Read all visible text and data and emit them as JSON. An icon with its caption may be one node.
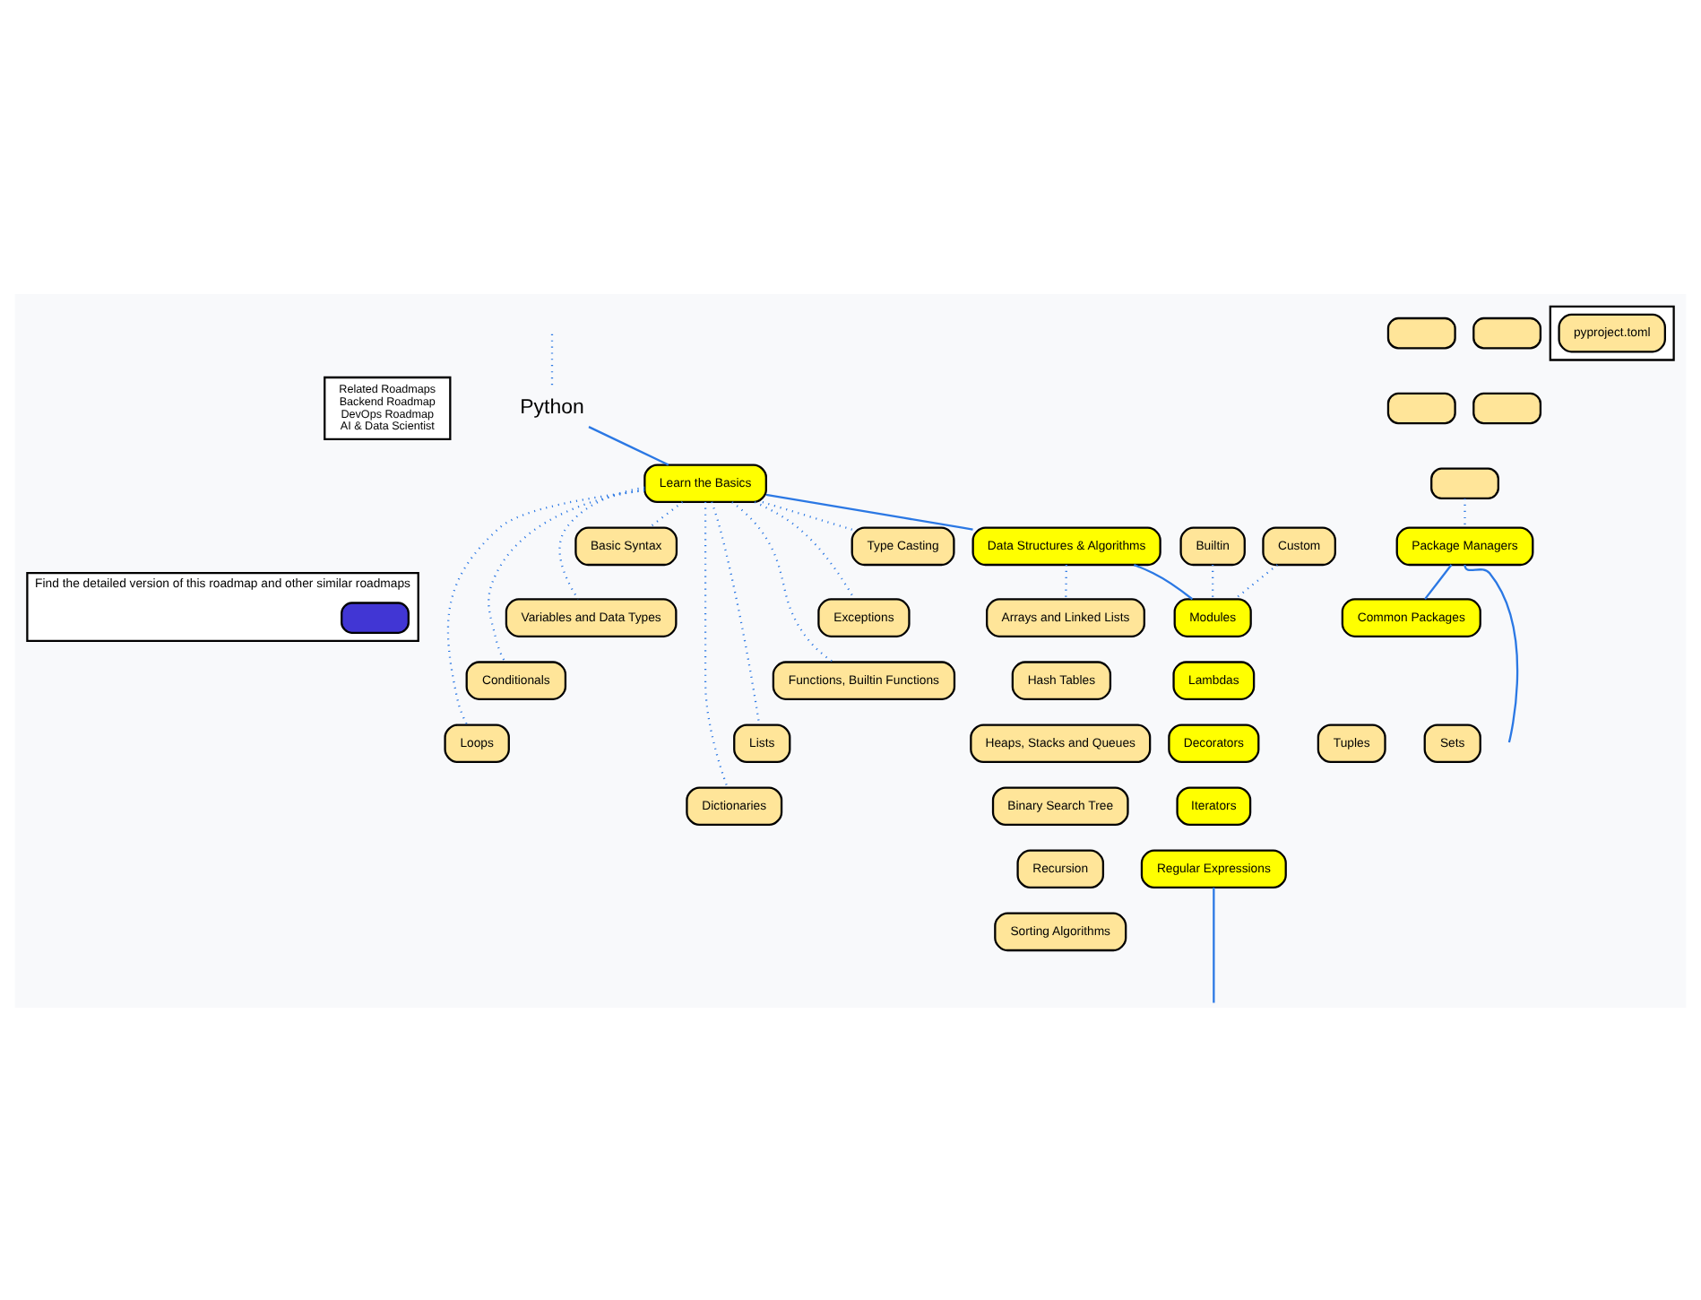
{
  "diagram": {
    "nodes": [
      {
        "text": [
          "Related Roadmaps",
          "Backend Roadmap",
          "DevOps Roadmap",
          "AI & Data Scientist"
        ]
      },
      {
        "text": [
          "Find the detailed version of this roadmap and other similar roadmaps"
        ]
      },
      {
        "text": [],
        "shape": "box",
        "in": 1
      },
      {
        "text": [
          "Python"
        ]
      },
      {
        "text": [
          "Learn the Basics"
        ]
      },
      {
        "text": [
          "Basic Syntax"
        ]
      },
      {
        "text": [
          "Variables and Data Types"
        ]
      },
      {
        "text": [
          "Conditionals"
        ]
      },
      {
        "text": [
          "Loops"
        ]
      },
      {
        "text": [
          "Type Casting"
        ]
      },
      {
        "text": [
          "Exceptions"
        ]
      },
      {
        "text": [
          "Functions, Builtin Functions"
        ]
      },
      {
        "text": [
          "Lists"
        ]
      },
      {
        "text": [
          "Tuples"
        ]
      },
      {
        "text": [
          "Sets"
        ]
      },
      {
        "text": [
          "Dictionaries"
        ]
      },
      {
        "text": [
          "Data Structures & Algorithms"
        ]
      },
      {
        "text": [
          "Arrays and Linked Lists"
        ]
      },
      {
        "text": [
          "Hash Tables"
        ]
      },
      {
        "text": [
          "Heaps, Stacks and Queues"
        ]
      },
      {
        "text": [
          "Binary Search Tree"
        ]
      },
      {
        "text": [
          "Recursion"
        ]
      },
      {
        "text": [
          "Sorting Algorithms"
        ]
      },
      {
        "text": [
          "Builtin"
        ]
      },
      {
        "text": [
          "Custom"
        ]
      },
      {
        "text": [
          "Modules"
        ]
      },
      {
        "text": [
          "Lambdas"
        ]
      },
      {
        "text": [
          "Decorators"
        ]
      },
      {
        "text": [
          "Iterators"
        ]
      },
      {
        "text": [
          "Regular Expressions"
        ]
      },
      {
        "text": [],
        "shape": "box"
      },
      {
        "text": [],
        "shape": "box"
      },
      {
        "text": [],
        "shape": "box"
      },
      {
        "text": [],
        "shape": "box"
      },
      {
        "text": [],
        "shape": "box"
      },
      {
        "text": [
          "Package Managers"
        ]
      },
      {
        "text": [
          "Common Packages"
        ]
      },
      {
        "text": [],
        "shape": "box"
      },
      {
        "text": [
          "pyproject.toml"
        ],
        "in": 37
      }
    ],
    "edges": [
      {
        "from": null,
        "to": 3,
        "arrow": "none",
        "style": "dashed"
      },
      {
        "from": 3,
        "to": 4,
        "arrow": "none"
      },
      {
        "from": 4,
        "to": 5,
        "arrow": "none",
        "style": "dashed"
      },
      {
        "from": 4,
        "to": 6,
        "arrow": "none",
        "style": "dashed"
      },
      {
        "from": 4,
        "to": 7,
        "arrow": "none",
        "style": "dashed"
      },
      {
        "from": 4,
        "to": 8,
        "arrow": "none",
        "style": "dashed"
      },
      {
        "from": 4,
        "to": 9,
        "arrow": "none",
        "style": "dashed"
      },
      {
        "from": 4,
        "to": 10,
        "arrow": "none",
        "style": "dashed"
      },
      {
        "from": 4,
        "to": 11,
        "arrow": "none",
        "style": "dashed"
      },
      {
        "from": 4,
        "to": 12,
        "arrow": "none",
        "style": "dashed"
      },
      {
        "from": 4,
        "to": 15,
        "arrow": "none",
        "style": "dashed"
      },
      {
        "from": 4,
        "to": 16,
        "arrow": "none"
      },
      {
        "from": 16,
        "to": 17,
        "arrow": "none",
        "style": "dashed"
      },
      {
        "from": 16,
        "to": 25,
        "arrow": "none"
      },
      {
        "from": 23,
        "to": 25,
        "arrow": "none",
        "style": "dashed"
      },
      {
        "from": 24,
        "to": 25,
        "arrow": "none",
        "style": "dashed"
      },
      {
        "from": 29,
        "to": null,
        "arrow": "none"
      },
      {
        "from": 34,
        "to": 35,
        "arrow": "none",
        "style": "dashed"
      },
      {
        "from": 35,
        "to": 36,
        "arrow": "none"
      },
      {
        "from": 35,
        "to": null,
        "arrow": "none"
      }
    ]
  }
}
